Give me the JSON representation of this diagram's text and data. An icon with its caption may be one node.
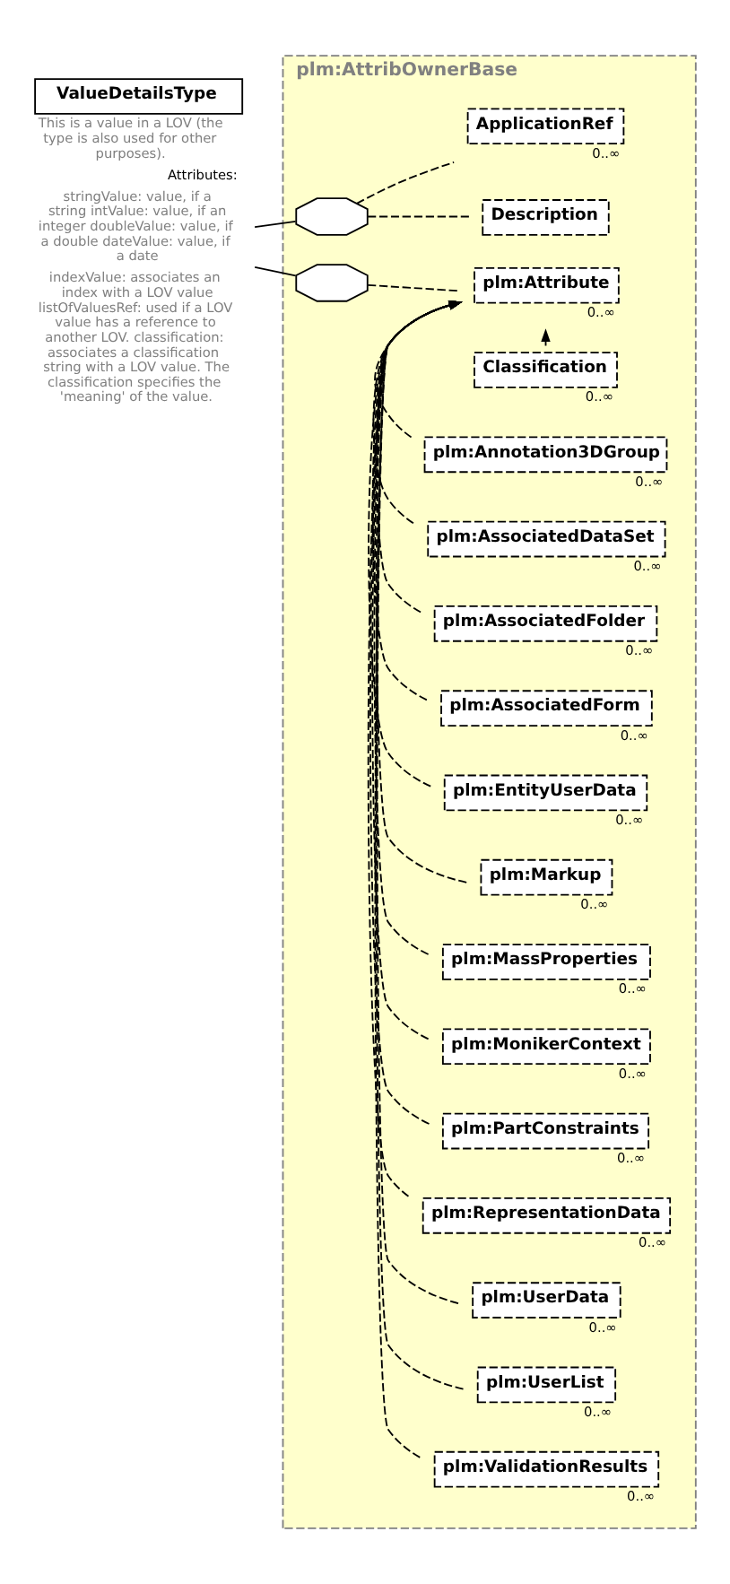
{
  "diagram": {
    "nodes": [
      {
        "text": [
          "ValueDetailsType"
        ],
        "beside": [
          "This is a value in a LOV (the type is also used for other purposes).",
          "Attributes:",
          "stringValue: value, if a string intValue: value, if an integer doubleValue: value, if a double dateValue: value, if a date",
          "indexValue: associates an index with a LOV value listOfValuesRef: used if a LOV value has a reference to another LOV. classification: associates a classification string with a LOV value. The classification specifies the 'meaning' of the value."
        ]
      },
      {
        "text": [
          "plm:AttribOwnerBase"
        ]
      },
      {
        "text": [],
        "shape": "octagon",
        "in": 1
      },
      {
        "text": [
          "Description"
        ],
        "in": 1
      },
      {
        "text": [
          "ApplicationRef"
        ],
        "beside": [
          "0..∞"
        ],
        "in": 1
      },
      {
        "text": [],
        "shape": "octagon",
        "in": 1
      },
      {
        "text": [
          "plm:Attribute"
        ],
        "beside": [
          "0..∞"
        ],
        "in": 1
      },
      {
        "text": [
          "Classification"
        ],
        "beside": [
          "0..∞"
        ],
        "in": 1
      },
      {
        "text": [
          "plm:Annotation3DGroup"
        ],
        "beside": [
          "0..∞"
        ],
        "in": 1
      },
      {
        "text": [
          "plm:AssociatedDataSet"
        ],
        "beside": [
          "0..∞"
        ],
        "in": 1
      },
      {
        "text": [
          "plm:AssociatedFolder"
        ],
        "beside": [
          "0..∞"
        ],
        "in": 1
      },
      {
        "text": [
          "plm:AssociatedForm"
        ],
        "beside": [
          "0..∞"
        ],
        "in": 1
      },
      {
        "text": [
          "plm:EntityUserData"
        ],
        "beside": [
          "0..∞"
        ],
        "in": 1
      },
      {
        "text": [
          "plm:Markup"
        ],
        "beside": [
          "0..∞"
        ],
        "in": 1
      },
      {
        "text": [
          "plm:MassProperties"
        ],
        "beside": [
          "0..∞"
        ],
        "in": 1
      },
      {
        "text": [
          "plm:MonikerContext"
        ],
        "beside": [
          "0..∞"
        ],
        "in": 1
      },
      {
        "text": [
          "plm:PartConstraints"
        ],
        "beside": [
          "0..∞"
        ],
        "in": 1
      },
      {
        "text": [
          "plm:RepresentationData"
        ],
        "beside": [
          "0..∞"
        ],
        "in": 1
      },
      {
        "text": [
          "plm:UserData"
        ],
        "beside": [
          "0..∞"
        ],
        "in": 1
      },
      {
        "text": [
          "plm:UserList"
        ],
        "beside": [
          "0..∞"
        ],
        "in": 1
      },
      {
        "text": [
          "plm:ValidationResults"
        ],
        "beside": [
          "0..∞"
        ],
        "in": 1
      }
    ],
    "edges": [
      {
        "from": 0,
        "to": 2,
        "arrow": "none"
      },
      {
        "from": 0,
        "to": 5,
        "arrow": "none"
      },
      {
        "from": 2,
        "to": 3,
        "arrow": "none",
        "style": "dashed"
      },
      {
        "from": 2,
        "to": 4,
        "arrow": "none",
        "style": "dashed"
      },
      {
        "from": 5,
        "to": 6,
        "arrow": "none",
        "style": "dashed"
      },
      {
        "from": 7,
        "to": 6,
        "arrow": "to",
        "style": "dashed"
      },
      {
        "from": 8,
        "to": 6,
        "arrow": "to",
        "style": "dashed"
      },
      {
        "from": 9,
        "to": 6,
        "arrow": "to",
        "style": "dashed"
      },
      {
        "from": 10,
        "to": 6,
        "arrow": "to",
        "style": "dashed"
      },
      {
        "from": 11,
        "to": 6,
        "arrow": "to",
        "style": "dashed"
      },
      {
        "from": 12,
        "to": 6,
        "arrow": "to",
        "style": "dashed"
      },
      {
        "from": 13,
        "to": 6,
        "arrow": "to",
        "style": "dashed"
      },
      {
        "from": 14,
        "to": 6,
        "arrow": "to",
        "style": "dashed"
      },
      {
        "from": 15,
        "to": 6,
        "arrow": "to",
        "style": "dashed"
      },
      {
        "from": 16,
        "to": 6,
        "arrow": "to",
        "style": "dashed"
      },
      {
        "from": 17,
        "to": 6,
        "arrow": "to",
        "style": "dashed"
      },
      {
        "from": 18,
        "to": 6,
        "arrow": "to",
        "style": "dashed"
      },
      {
        "from": 19,
        "to": 6,
        "arrow": "to",
        "style": "dashed"
      },
      {
        "from": 20,
        "to": 6,
        "arrow": "to",
        "style": "dashed"
      }
    ]
  }
}
